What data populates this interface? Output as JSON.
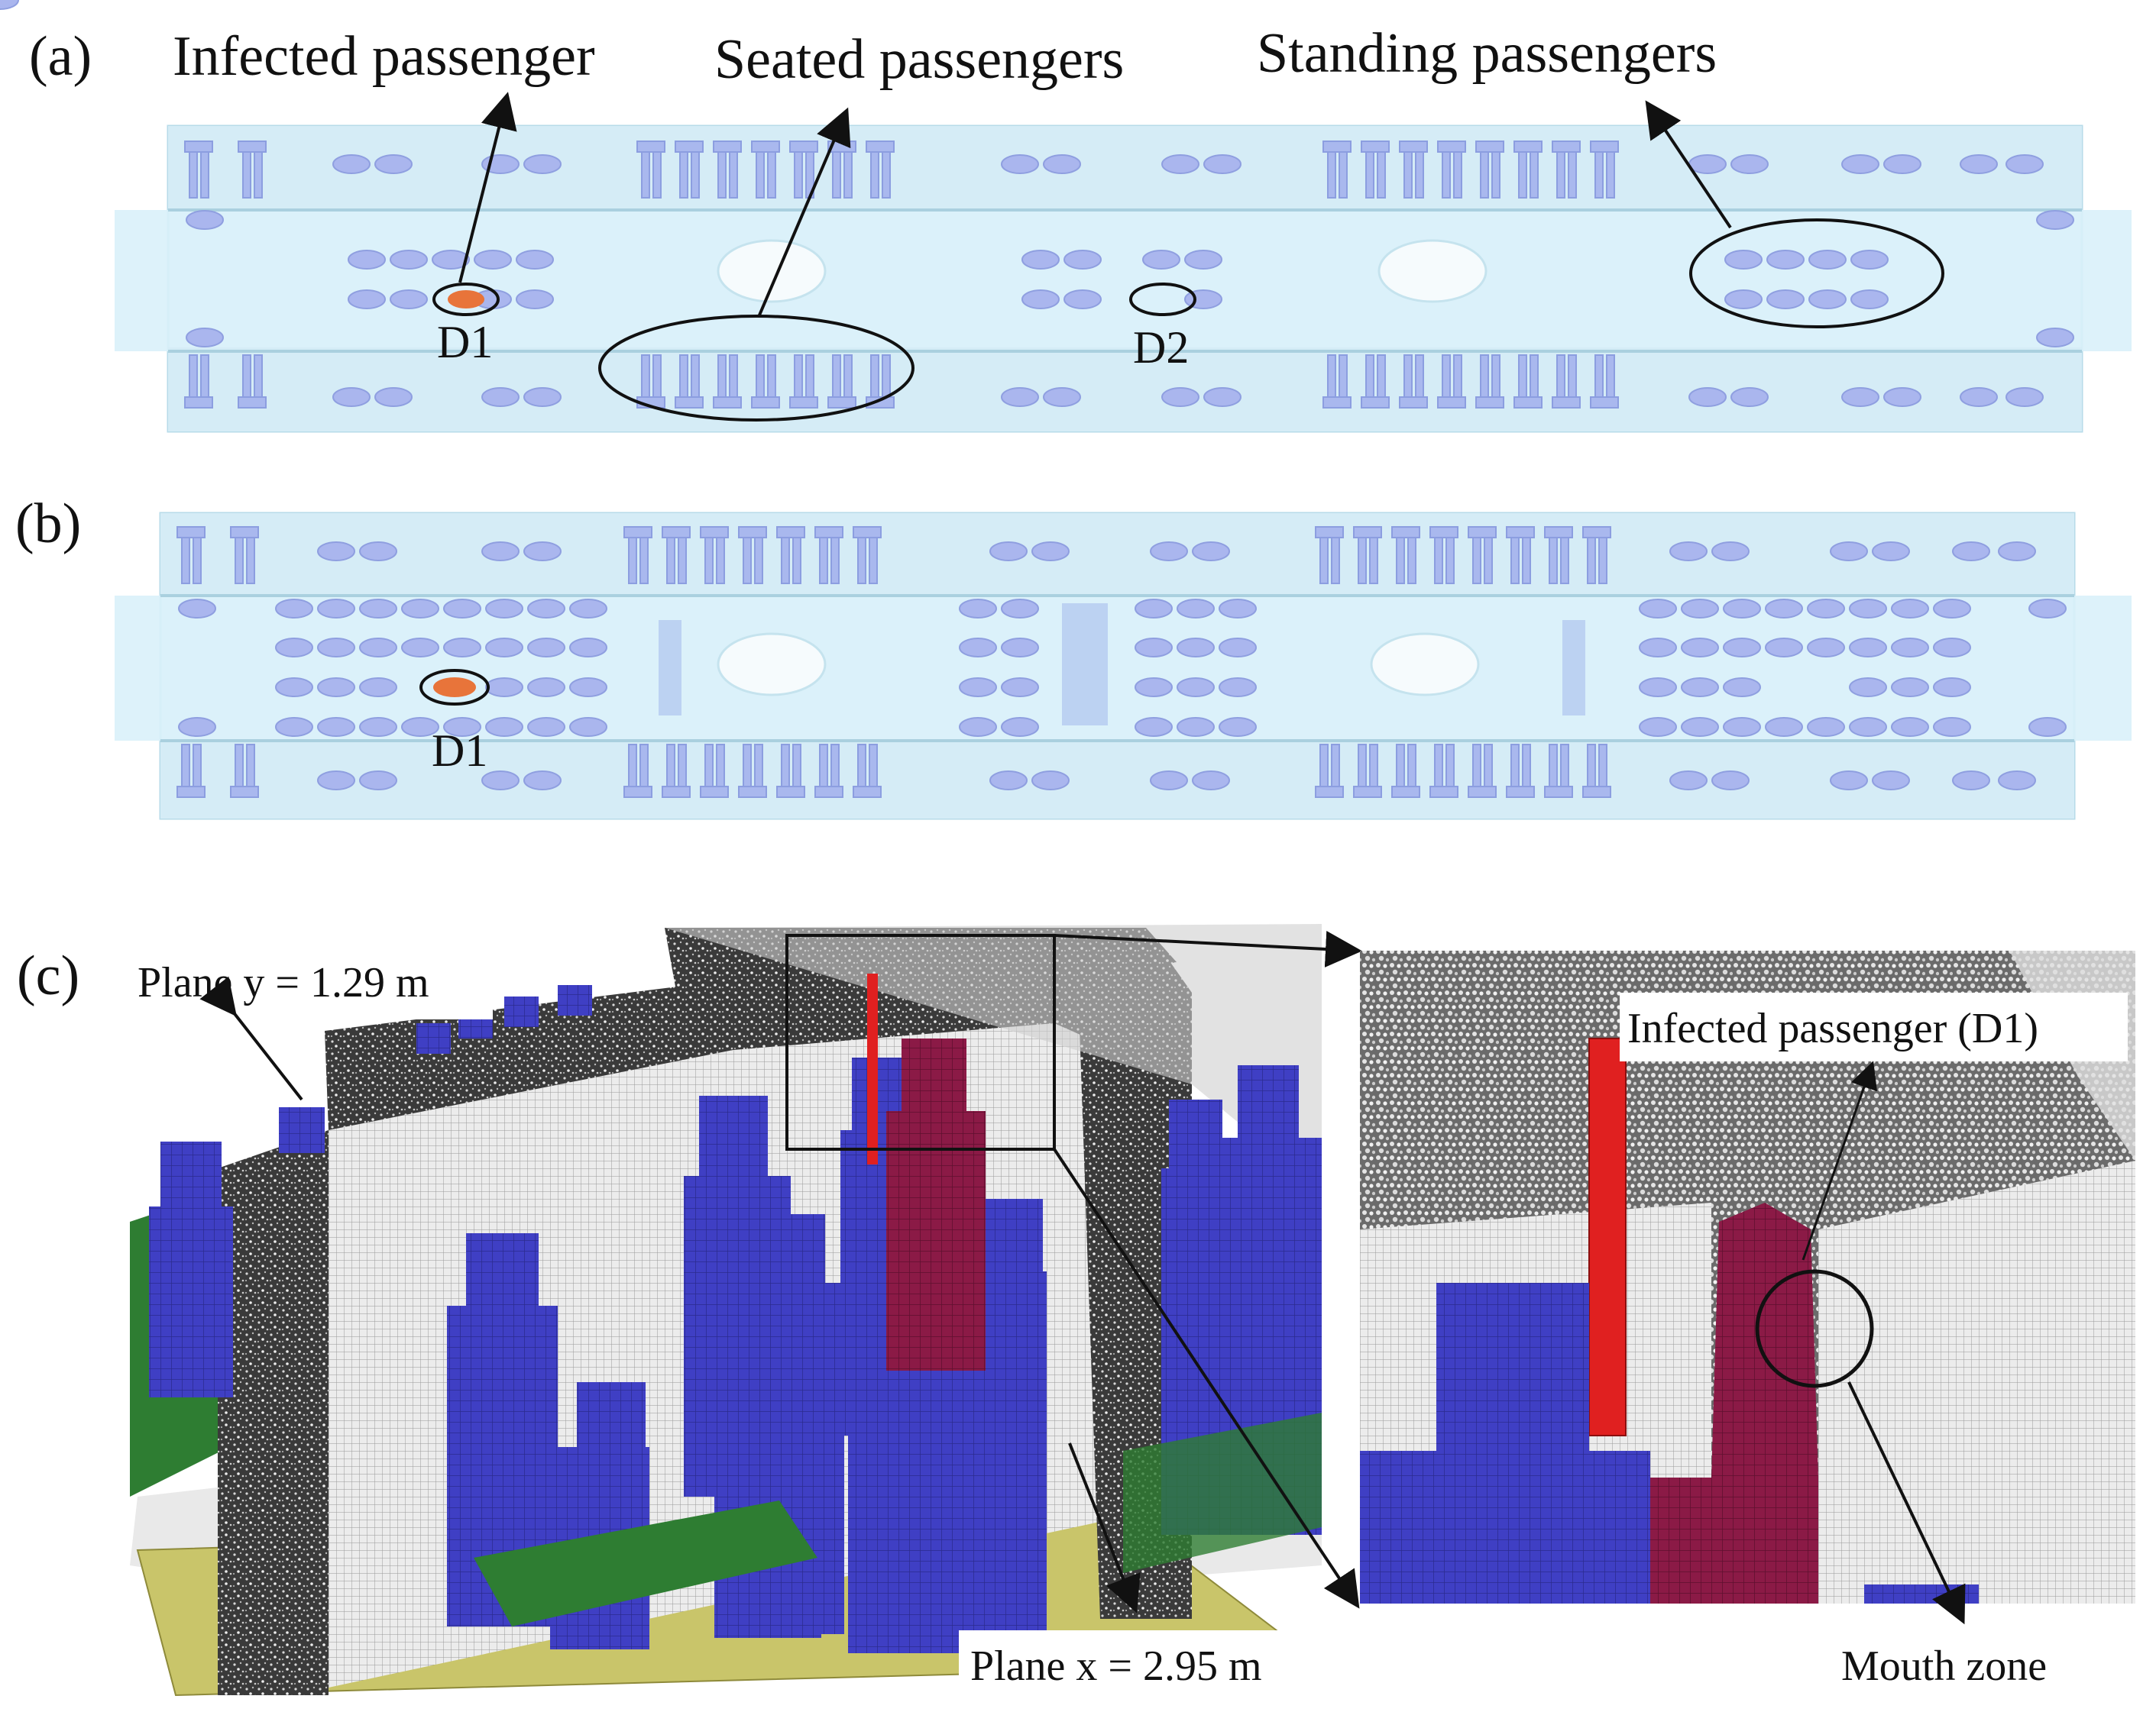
{
  "panel_a": {
    "tag": "(a)",
    "label_infected": "Infected passenger",
    "label_seated": "Seated passengers",
    "label_standing": "Standing passengers",
    "marker_d1": "D1",
    "marker_d2": "D2"
  },
  "panel_b": {
    "tag": "(b)",
    "marker_d1": "D1"
  },
  "panel_c": {
    "tag": "(c)",
    "label_plane_y": "Plane y = 1.29 m",
    "label_plane_x": "Plane x = 2.95 m",
    "label_infected_d1": "Infected passenger (D1)",
    "label_mouth_zone": "Mouth zone"
  },
  "colors": {
    "passenger_blue": "#4040c0",
    "infected_red": "#8b1a46",
    "source_red": "#e02020",
    "infected_orange": "#e8743a",
    "carriage_fill": "#dff3fa",
    "seat_green": "#2e7d32",
    "floor_yellow": "#c9c56a"
  },
  "icons": [
    "passenger-ellipse-icon",
    "seat-icon",
    "arrow-icon"
  ]
}
